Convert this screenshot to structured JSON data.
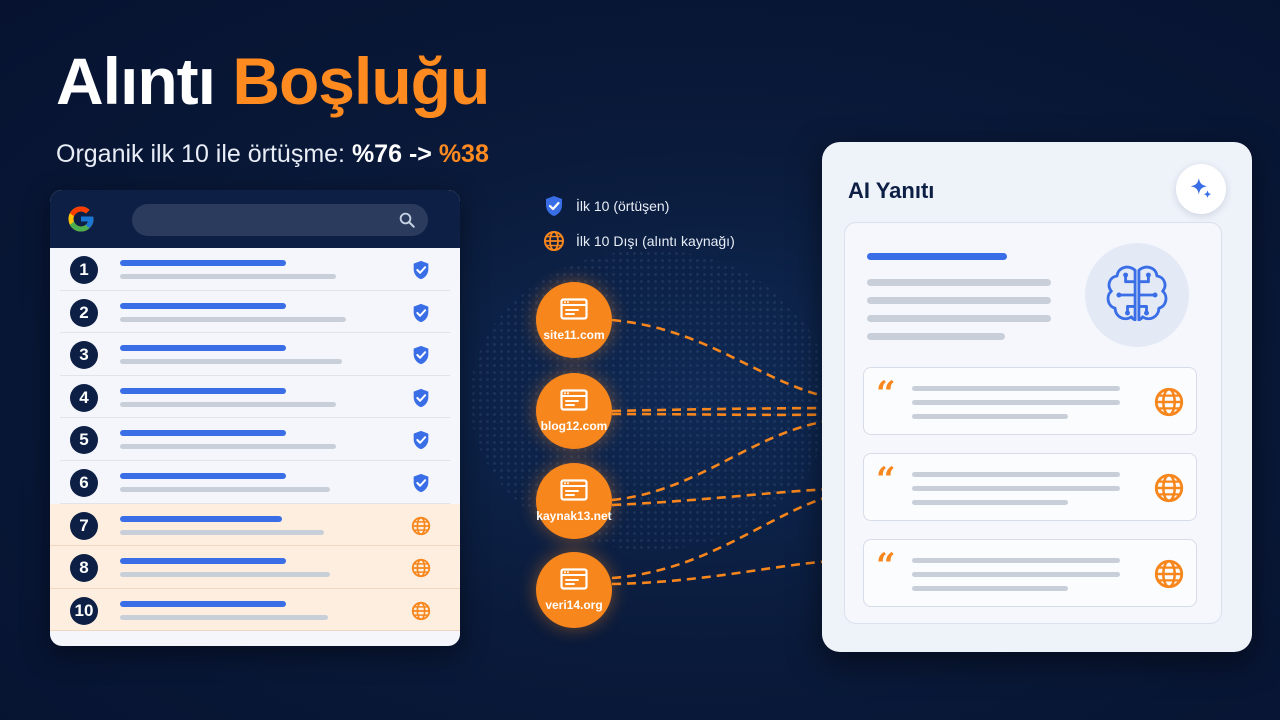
{
  "header": {
    "title_part1": "Alıntı",
    "title_part2": "Boşluğu",
    "subtitle_prefix": "Organik ilk 10 ile örtüşme: ",
    "subtitle_from": "%76",
    "subtitle_arrow": " -> ",
    "subtitle_to": "%38"
  },
  "search_panel": {
    "logo": "google-g-logo",
    "search_icon": "magnifier-icon",
    "results": [
      {
        "rank": "1",
        "status": "overlap",
        "icon": "shield-check-icon"
      },
      {
        "rank": "2",
        "status": "overlap",
        "icon": "shield-check-icon"
      },
      {
        "rank": "3",
        "status": "overlap",
        "icon": "shield-check-icon"
      },
      {
        "rank": "4",
        "status": "overlap",
        "icon": "shield-check-icon"
      },
      {
        "rank": "5",
        "status": "overlap",
        "icon": "shield-check-icon"
      },
      {
        "rank": "6",
        "status": "overlap",
        "icon": "shield-check-icon"
      },
      {
        "rank": "7",
        "status": "outside",
        "icon": "globe-icon"
      },
      {
        "rank": "8",
        "status": "outside",
        "icon": "globe-icon"
      },
      {
        "rank": "10",
        "status": "outside",
        "icon": "globe-icon"
      }
    ]
  },
  "legend": {
    "overlap_label": "İlk 10 (örtüşen)",
    "outside_label": "İlk 10 Dışı (alıntı kaynağı)"
  },
  "sources": [
    {
      "label": "site11.com",
      "icon": "browser-window-icon"
    },
    {
      "label": "blog12.com",
      "icon": "browser-window-icon"
    },
    {
      "label": "kaynak13.net",
      "icon": "browser-window-icon"
    },
    {
      "label": "veri14.org",
      "icon": "browser-window-icon"
    }
  ],
  "ai_panel": {
    "title": "AI Yanıtı",
    "action_icon": "sparkle-icon",
    "illustration": "brain-circuit-icon",
    "citations": [
      {
        "icon": "globe-icon"
      },
      {
        "icon": "globe-icon"
      },
      {
        "icon": "globe-icon"
      }
    ]
  },
  "colors": {
    "accent_orange": "#f7861c",
    "accent_blue": "#3a6ee6",
    "navy": "#0d1f44"
  }
}
